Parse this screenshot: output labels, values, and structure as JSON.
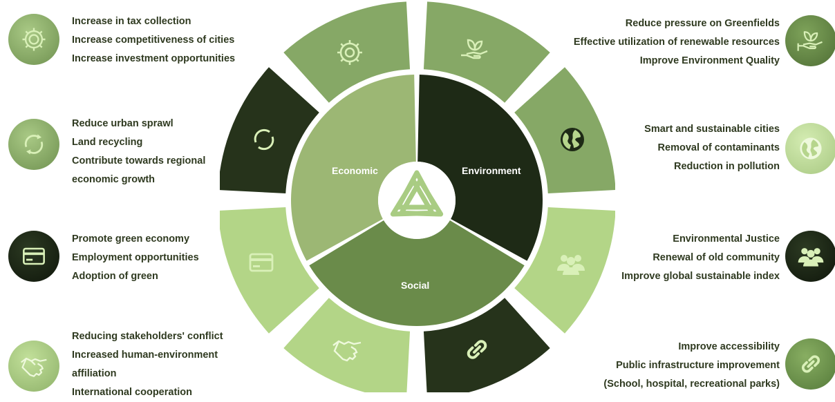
{
  "diagram": {
    "segments": [
      {
        "label": "Economic",
        "color": "#9cb774"
      },
      {
        "label": "Environment",
        "color": "#1e2a16"
      },
      {
        "label": "Social",
        "color": "#6a8b4a"
      }
    ],
    "colors": {
      "light": "#b3d587",
      "mid": "#86a866",
      "dark": "#26331b",
      "brightest": "#c9e3a4"
    }
  },
  "left_groups": [
    {
      "icon": "gear-icon",
      "lines": [
        "Increase in tax collection",
        "Increase competitiveness of cities",
        "Increase investment opportunities"
      ]
    },
    {
      "icon": "recycle-arrows-icon",
      "lines": [
        "Reduce urban sprawl",
        "Land recycling",
        "Contribute towards regional",
        "economic growth"
      ]
    },
    {
      "icon": "credit-card-icon",
      "lines": [
        "Promote green economy",
        "Employment opportunities",
        "Adoption of green"
      ]
    },
    {
      "icon": "handshake-icon",
      "lines": [
        "Reducing stakeholders' conflict",
        "Increased human-environment",
        "affiliation",
        "International cooperation"
      ]
    }
  ],
  "right_groups": [
    {
      "icon": "plant-in-hand-icon",
      "lines": [
        "Reduce pressure on Greenfields",
        "Effective utilization of renewable resources",
        "Improve Environment Quality"
      ]
    },
    {
      "icon": "globe-icon",
      "lines": [
        "Smart and sustainable cities",
        "Removal of contaminants",
        "Reduction in pollution"
      ]
    },
    {
      "icon": "people-group-icon",
      "lines": [
        "Environmental Justice",
        "Renewal of old community",
        "Improve global sustainable index"
      ]
    },
    {
      "icon": "chain-link-icon",
      "lines": [
        "Improve accessibility",
        "Public infrastructure improvement",
        "(School, hospital, recreational parks)"
      ]
    }
  ]
}
